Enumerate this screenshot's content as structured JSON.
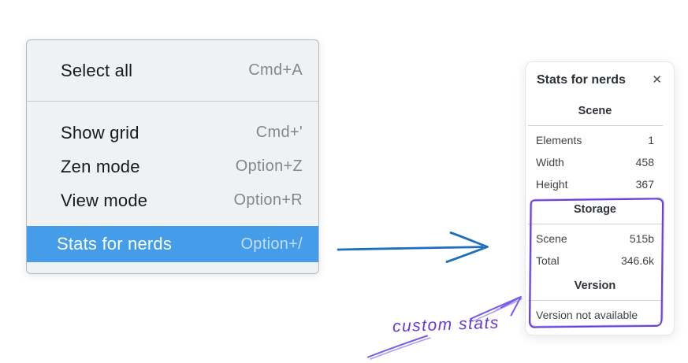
{
  "menu": {
    "sections": [
      {
        "items": [
          {
            "label": "Select all",
            "shortcut": "Cmd+A",
            "highlighted": false
          }
        ]
      },
      {
        "items": [
          {
            "label": "Show grid",
            "shortcut": "Cmd+'",
            "highlighted": false
          },
          {
            "label": "Zen mode",
            "shortcut": "Option+Z",
            "highlighted": false
          },
          {
            "label": "View mode",
            "shortcut": "Option+R",
            "highlighted": false
          },
          {
            "label": "Stats for nerds",
            "shortcut": "Option+/",
            "highlighted": true
          }
        ]
      }
    ]
  },
  "stats_panel": {
    "title": "Stats for nerds",
    "close_glyph": "✕",
    "sections": [
      {
        "heading": "Scene",
        "rows": [
          {
            "label": "Elements",
            "value": "1"
          },
          {
            "label": "Width",
            "value": "458"
          },
          {
            "label": "Height",
            "value": "367"
          }
        ]
      },
      {
        "heading": "Storage",
        "rows": [
          {
            "label": "Scene",
            "value": "515b"
          },
          {
            "label": "Total",
            "value": "346.6k"
          }
        ]
      },
      {
        "heading": "Version",
        "note": "Version not available"
      }
    ]
  },
  "annotation": {
    "label": "custom stats"
  },
  "colors": {
    "menu_highlight": "#459ce9",
    "menu_background": "#f0f1f3",
    "arrow_blue": "#1b6fc0",
    "annotation_purple": "#6741d9"
  }
}
